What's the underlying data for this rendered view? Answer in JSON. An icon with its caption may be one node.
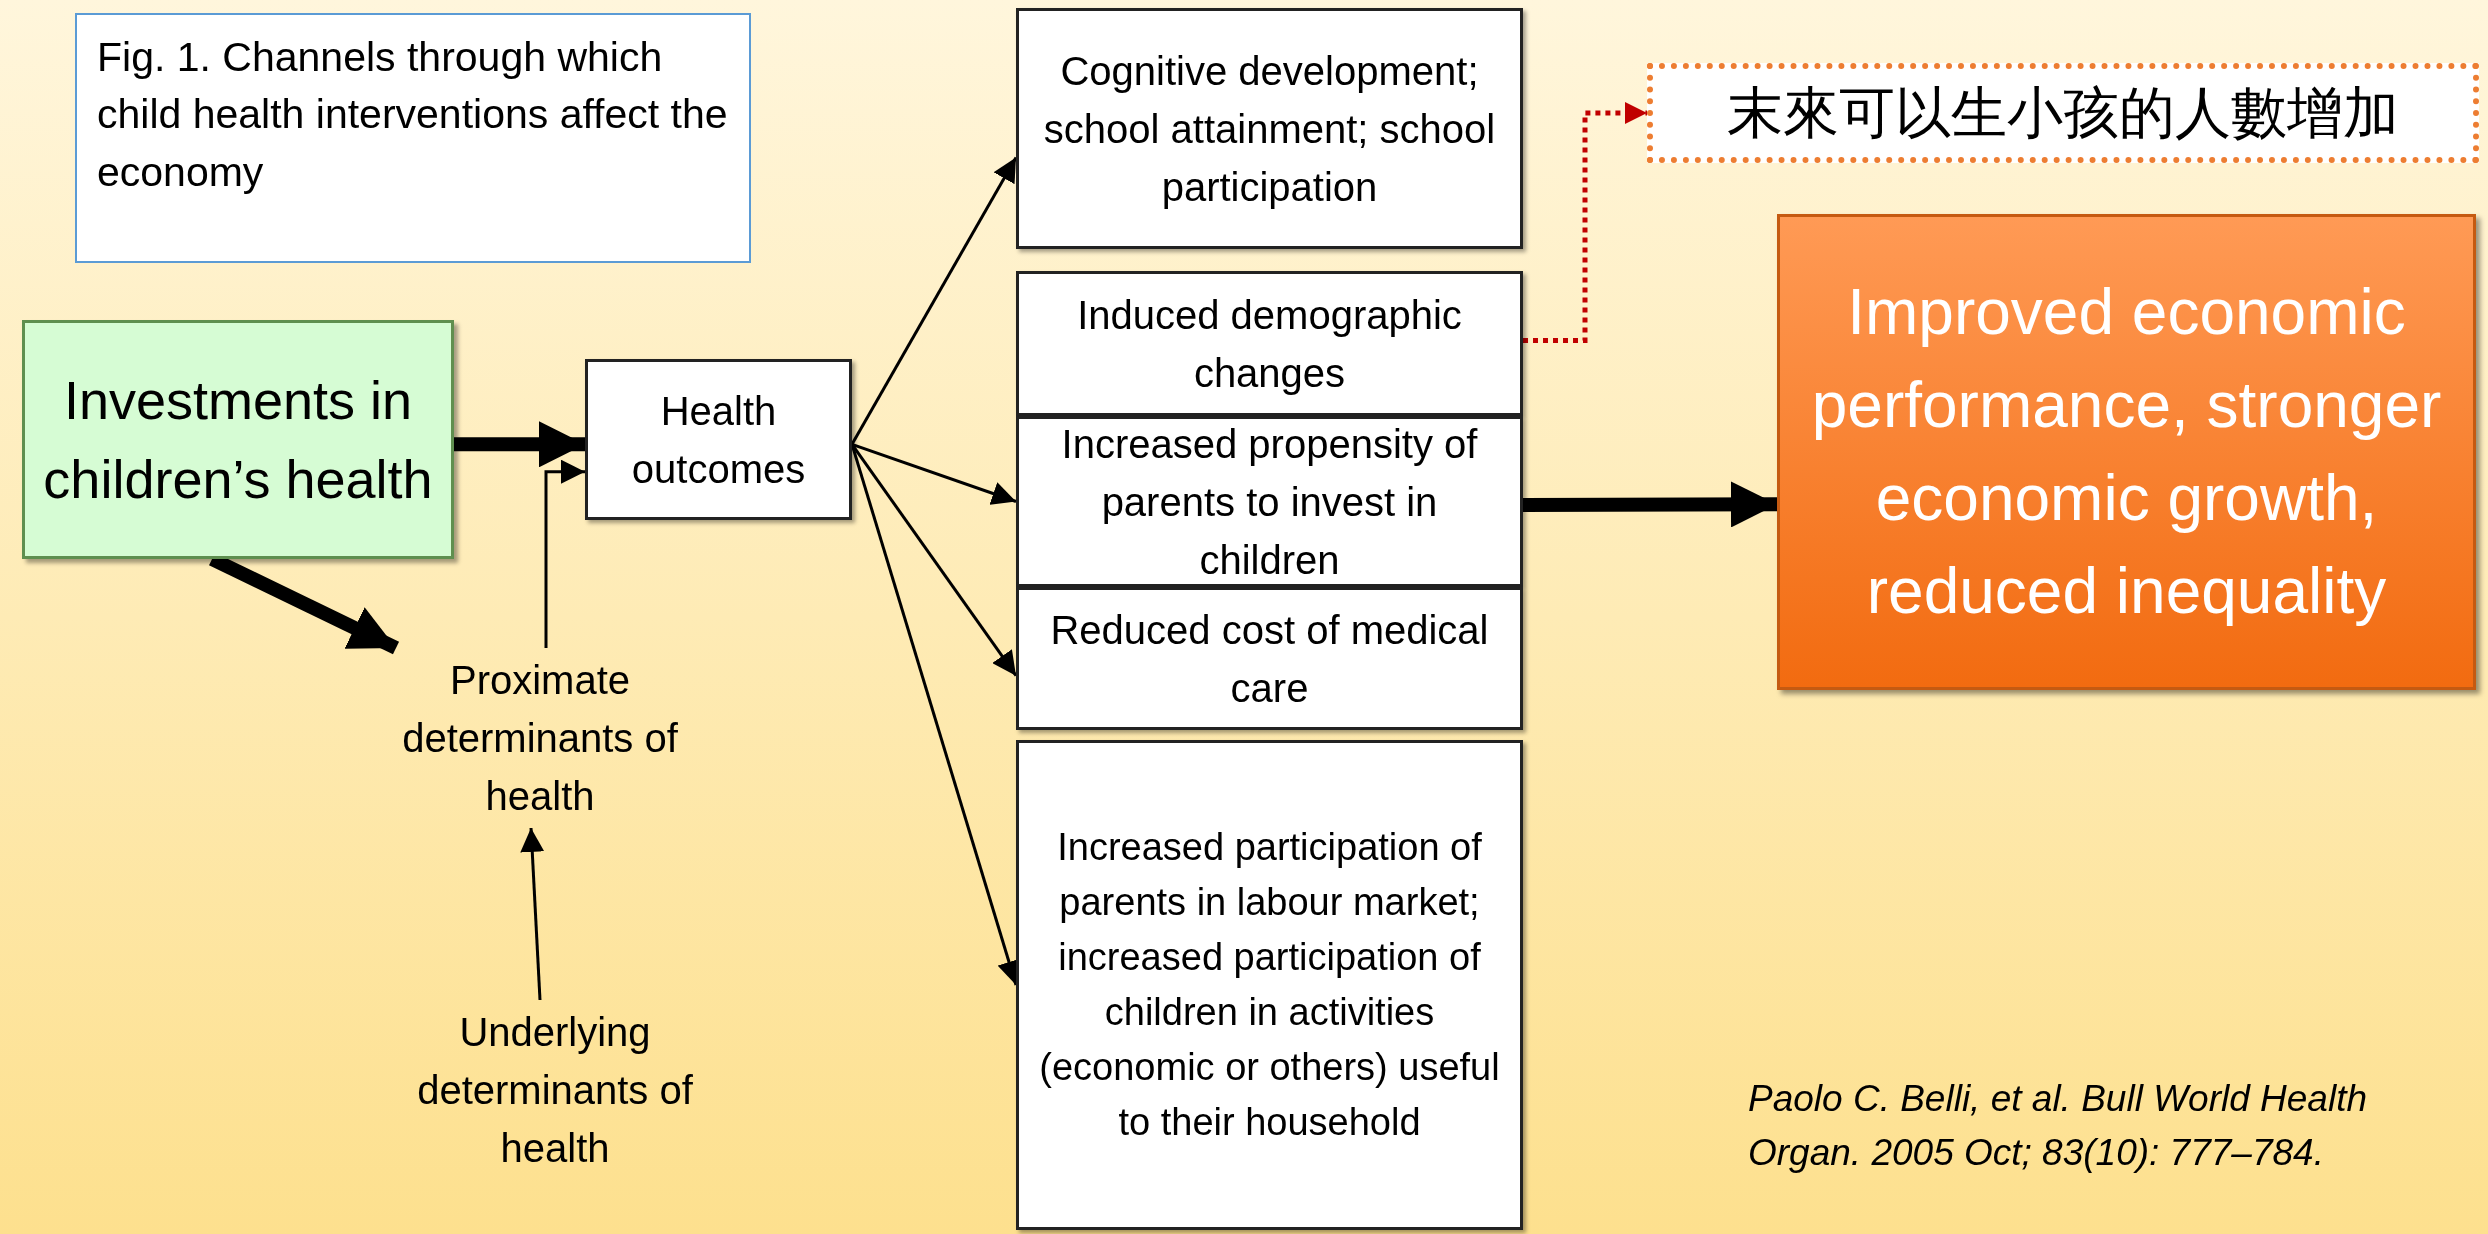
{
  "diagram": {
    "title": "Fig. 1. Channels through which child health interventions affect the economy",
    "caption": "Paolo C. Belli, et al. Bull World Health Organ. 2005 Oct; 83(10): 777–784.",
    "nodes": [
      {
        "text": [
          "Investments in children’s health"
        ]
      },
      {
        "text": [
          "Health outcomes"
        ]
      },
      {
        "text": [
          "Proximate determinants of health"
        ]
      },
      {
        "text": [
          "Underlying determinants of health"
        ]
      },
      {
        "text": [
          "Cognitive development; school attainment; school participation"
        ]
      },
      {
        "text": [
          "Induced demographic changes"
        ]
      },
      {
        "text": [
          "Increased propensity of parents to invest in children"
        ]
      },
      {
        "text": [
          "Reduced cost of medical care"
        ]
      },
      {
        "text": [
          "Increased participation of parents in labour market; increased participation of children in activities (economic or others) useful to their household"
        ]
      },
      {
        "text": [
          "末來可以生小孩的人數增加"
        ]
      },
      {
        "text": [
          "Improved economic performance, stronger economic growth, reduced inequality"
        ]
      }
    ],
    "edges": [
      {
        "from": 0,
        "to": 1,
        "arrow": "to",
        "style": "thick"
      },
      {
        "from": 0,
        "to": 2,
        "arrow": "to",
        "style": "thick"
      },
      {
        "from": 2,
        "to": 1,
        "arrow": "to"
      },
      {
        "from": 3,
        "to": 2,
        "arrow": "to"
      },
      {
        "from": 1,
        "to": 4,
        "arrow": "to"
      },
      {
        "from": 1,
        "to": 6,
        "arrow": "to"
      },
      {
        "from": 1,
        "to": 7,
        "arrow": "to"
      },
      {
        "from": 1,
        "to": 8,
        "arrow": "to"
      },
      {
        "from": 5,
        "to": 9,
        "arrow": "to",
        "style": "dashed",
        "color": "#c00000"
      },
      {
        "from": 6,
        "to": 10,
        "arrow": "to",
        "style": "thick"
      }
    ]
  }
}
